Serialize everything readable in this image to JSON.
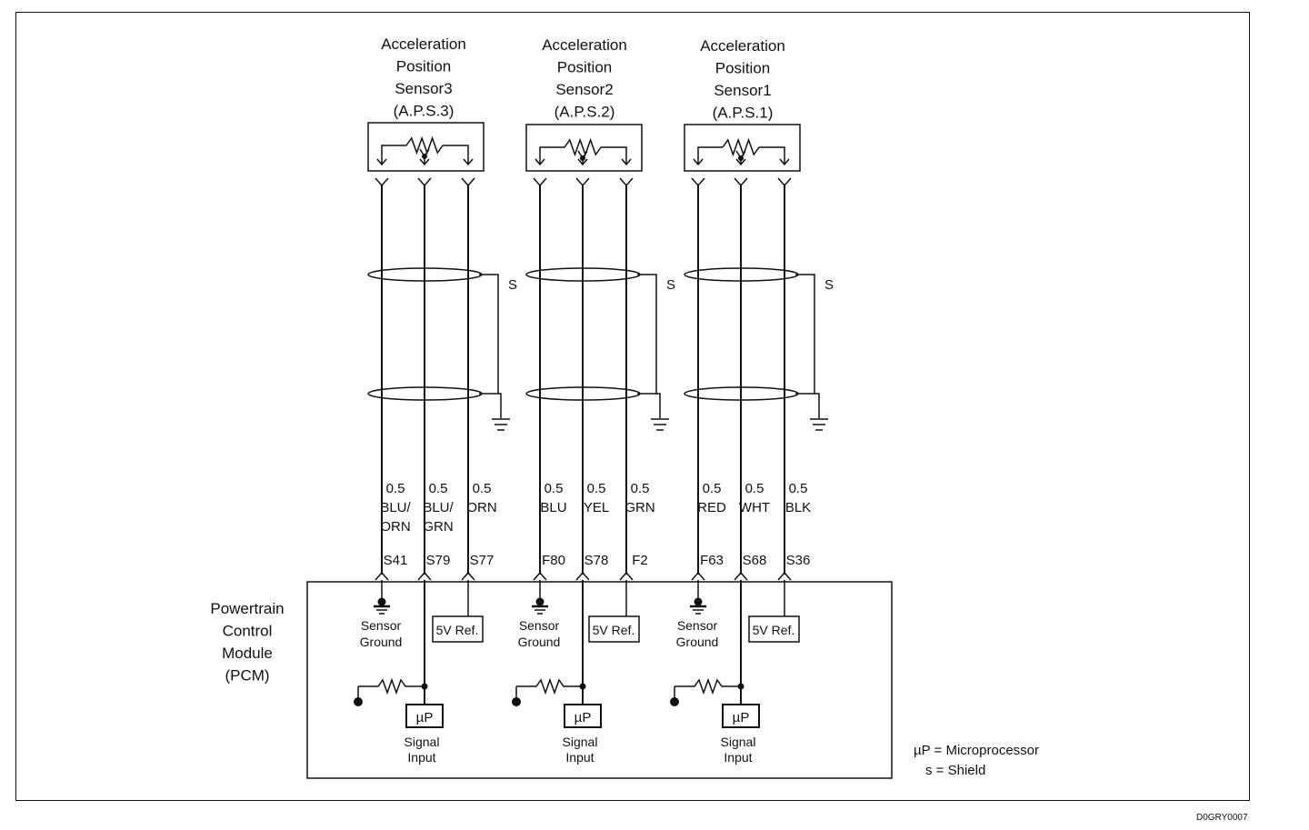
{
  "sensors": [
    {
      "title_lines": [
        "Acceleration",
        "Position",
        "Sensor3",
        "(A.P.S.3)"
      ]
    },
    {
      "title_lines": [
        "Acceleration",
        "Position",
        "Sensor2",
        "(A.P.S.2)"
      ]
    },
    {
      "title_lines": [
        "Acceleration",
        "Position",
        "Sensor1",
        "(A.P.S.1)"
      ]
    }
  ],
  "shield_label": "S",
  "wires": [
    {
      "size": "0.5",
      "color_lines": [
        "BLU/",
        "ORN"
      ],
      "pin": "S41"
    },
    {
      "size": "0.5",
      "color_lines": [
        "BLU/",
        "GRN"
      ],
      "pin": "S79"
    },
    {
      "size": "0.5",
      "color_lines": [
        "ORN"
      ],
      "pin": "S77"
    },
    {
      "size": "0.5",
      "color_lines": [
        "BLU"
      ],
      "pin": "F80"
    },
    {
      "size": "0.5",
      "color_lines": [
        "YEL"
      ],
      "pin": "S78"
    },
    {
      "size": "0.5",
      "color_lines": [
        "GRN"
      ],
      "pin": "F2"
    },
    {
      "size": "0.5",
      "color_lines": [
        "RED"
      ],
      "pin": "F63"
    },
    {
      "size": "0.5",
      "color_lines": [
        "WHT"
      ],
      "pin": "S68"
    },
    {
      "size": "0.5",
      "color_lines": [
        "BLK"
      ],
      "pin": "S36"
    }
  ],
  "pcm": {
    "label_lines": [
      "Powertrain",
      "Control",
      "Module",
      "(PCM)"
    ],
    "sensor_ground_lines": [
      "Sensor",
      "Ground"
    ],
    "ref_label": "5V Ref.",
    "up_label": "µP",
    "signal_input_lines": [
      "Signal",
      "Input"
    ]
  },
  "legend": {
    "line1": "µP = Microprocessor",
    "line2": "s = Shield"
  },
  "figure_code": "D0GRY0007"
}
